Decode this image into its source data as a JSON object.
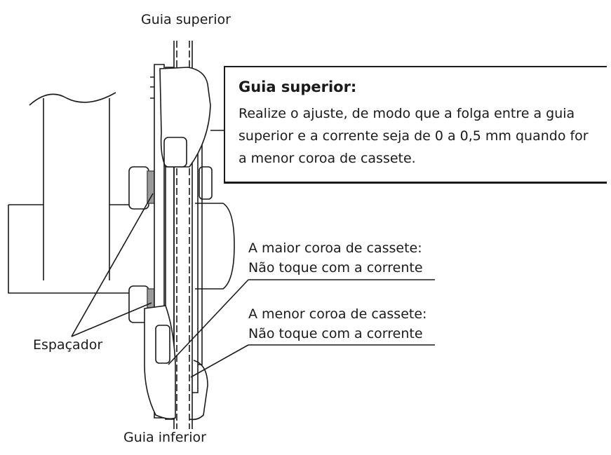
{
  "labels": {
    "top_guide": "Guia superior",
    "bottom_guide": "Guia inferior",
    "spacer": "Espaçador",
    "largest_cog": "A maior coroa de cassete:\nNão toque com a corrente",
    "smallest_cog": "A menor coroa de cassete:\nNão toque com a corrente"
  },
  "callout": {
    "title": "Guia superior:",
    "body": "Realize o ajuste, de modo que a folga entre a guia\nsuperior e a corrente seja de 0 a 0,5 mm quando for\na menor coroa de cassete."
  }
}
